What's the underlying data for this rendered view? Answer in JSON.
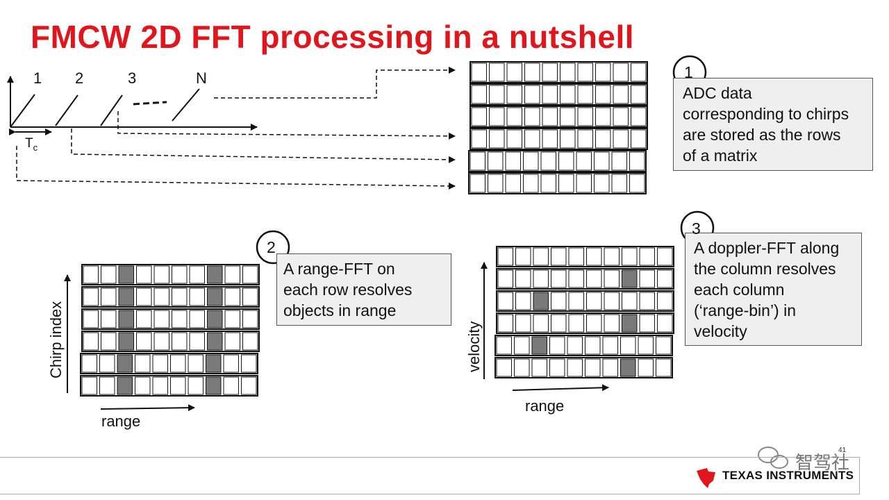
{
  "slide": {
    "title": "FMCW 2D FFT processing in a nutshell",
    "accent_color": "#e1151c",
    "page_number": "41"
  },
  "chirp_diagram": {
    "chirp_labels": [
      "1",
      "2",
      "3",
      "N"
    ],
    "period_label": "T",
    "period_subscript": "c"
  },
  "callouts": [
    {
      "number": "1",
      "lines": [
        "ADC data",
        "corresponding to chirps",
        "are stored as the rows",
        "of a matrix"
      ]
    },
    {
      "number": "2",
      "lines": [
        "A range-FFT on",
        "each row resolves",
        "objects in range"
      ]
    },
    {
      "number": "3",
      "lines": [
        "A doppler-FFT along",
        "the column resolves",
        "each column",
        "(‘range-bin’) in",
        "velocity"
      ]
    }
  ],
  "matrices": {
    "adc": {
      "rows": 6,
      "cols": 10,
      "highlight": []
    },
    "range_fft": {
      "rows": 6,
      "cols": 10,
      "highlight_cols": [
        2,
        7
      ]
    },
    "doppler_fft": {
      "rows": 6,
      "cols": 10,
      "highlight_cells": [
        [
          1,
          7
        ],
        [
          2,
          2
        ],
        [
          3,
          7
        ],
        [
          4,
          2
        ],
        [
          5,
          7
        ]
      ]
    }
  },
  "axes": {
    "range_fft_y": "Chirp index",
    "range_fft_x": "range",
    "doppler_y": "velocity",
    "doppler_x": "range"
  },
  "footer": {
    "brand": "TEXAS INSTRUMENTS",
    "logo_icon": "texas-instruments-logo-icon",
    "watermark": "智驾社",
    "watermark_icon": "wechat-icon"
  }
}
